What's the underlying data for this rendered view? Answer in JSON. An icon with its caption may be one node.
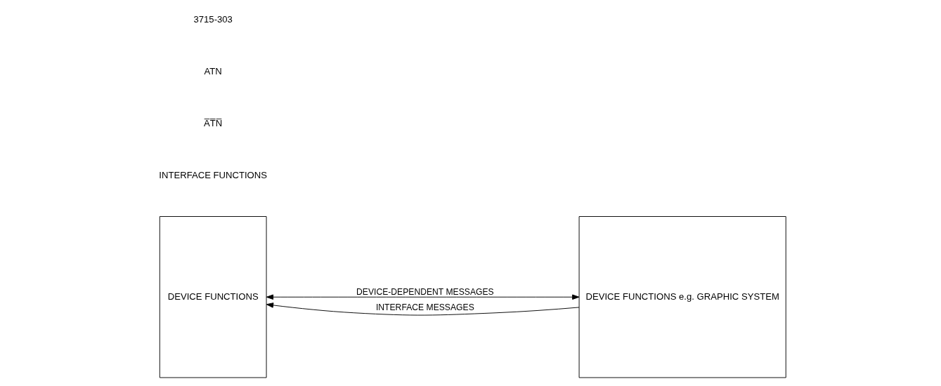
{
  "diagram": {
    "nodes": [
      {
        "text": [
          "DEVICE FUNCTIONS"
        ]
      },
      {
        "text": [
          "DEVICE FUNCTIONS e.g. GRAPHIC SYSTEM"
        ]
      }
    ],
    "edges": [
      {
        "from": 0,
        "to": 1,
        "arrow": "both",
        "label": "DEVICE-DEPENDENT MESSAGES"
      },
      {
        "from": 1,
        "to": 0,
        "arrow": "to",
        "label": "INTERFACE MESSAGES"
      }
    ],
    "labels": [
      "INTERFACE FUNCTIONS",
      "A̅T̅N̅",
      "ATN",
      "3715-303"
    ]
  }
}
